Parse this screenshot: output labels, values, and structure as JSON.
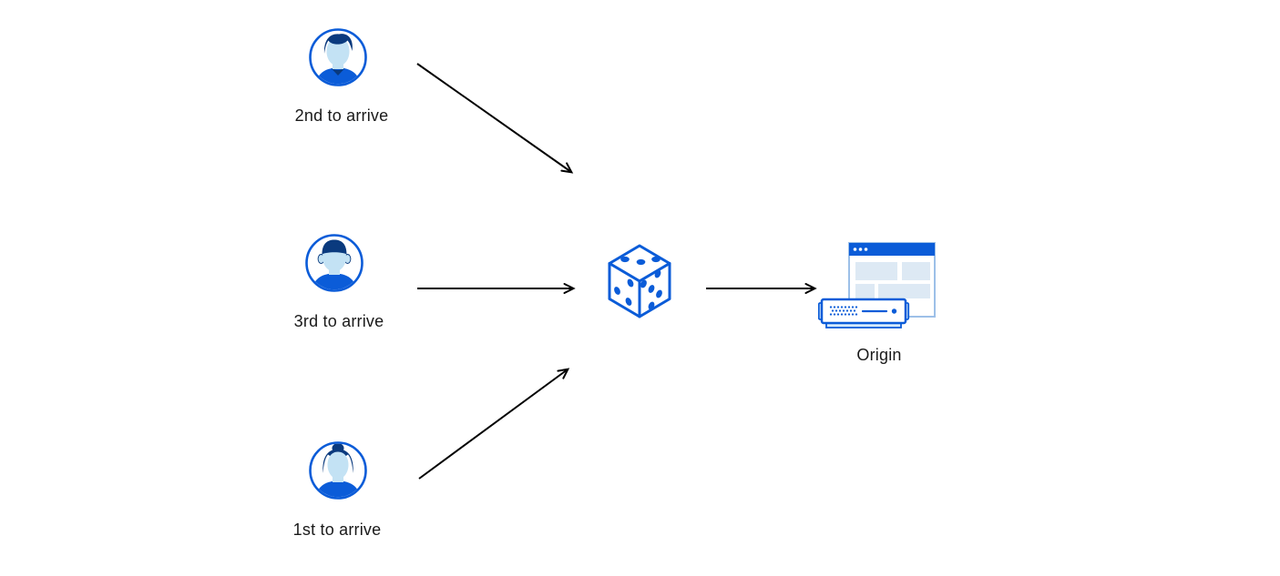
{
  "diagram": {
    "title": "random-steering-diagram",
    "nodes": {
      "user_top": {
        "label": "2nd to arrive",
        "icon": "user-avatar-man-icon"
      },
      "user_middle": {
        "label": "3rd to arrive",
        "icon": "user-avatar-man-icon"
      },
      "user_bottom": {
        "label": "1st to arrive",
        "icon": "user-avatar-woman-icon"
      },
      "randomizer": {
        "icon": "dice-icon"
      },
      "origin": {
        "label": "Origin",
        "icon": "origin-server-icon"
      }
    },
    "edges": [
      {
        "from": "user_top",
        "to": "randomizer"
      },
      {
        "from": "user_middle",
        "to": "randomizer"
      },
      {
        "from": "user_bottom",
        "to": "randomizer"
      },
      {
        "from": "randomizer",
        "to": "origin"
      }
    ]
  },
  "colors": {
    "outline_blue": "#0b5cd8",
    "navy": "#0a3a7e",
    "light_blue": "#c3e2f4",
    "panel_blue": "#dde9f4",
    "tab_blue": "#d5eafb",
    "window_border": "#9dc0e8",
    "arrow": "#000000",
    "text": "#1a1a1a"
  }
}
